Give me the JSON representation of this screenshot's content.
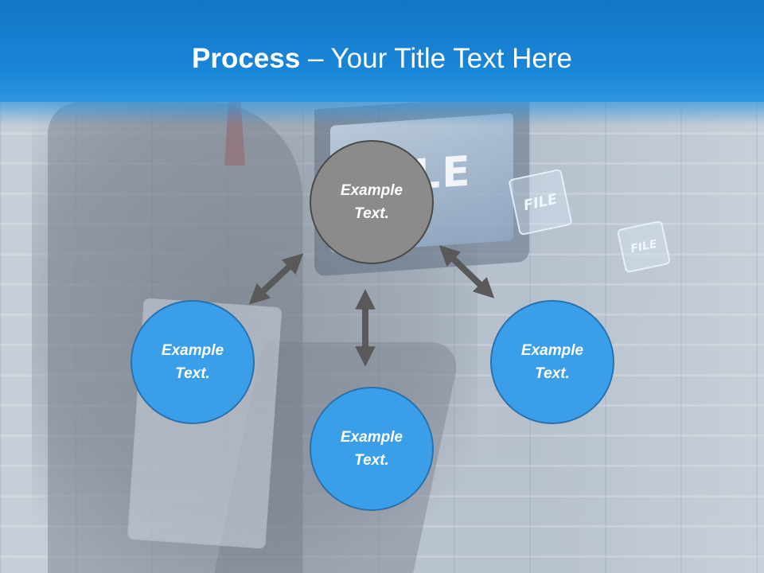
{
  "title": {
    "bold": "Process",
    "rest": " – Your Title Text Here"
  },
  "backdrop": {
    "tablet_word": "LE",
    "file_badge_1": "FILE",
    "file_badge_2": "FILE"
  },
  "nodes": {
    "center": {
      "line1": "Example",
      "line2": "Text."
    },
    "left": {
      "line1": "Example",
      "line2": "Text."
    },
    "bottom": {
      "line1": "Example",
      "line2": "Text."
    },
    "right": {
      "line1": "Example",
      "line2": "Text."
    }
  },
  "colors": {
    "banner": "#1a86d8",
    "node_blue": "#3a9ee8",
    "node_blue_border": "#2a72ad",
    "node_center": "#8b8b8b",
    "node_center_border": "#4a4a4a",
    "arrow": "#595959"
  }
}
